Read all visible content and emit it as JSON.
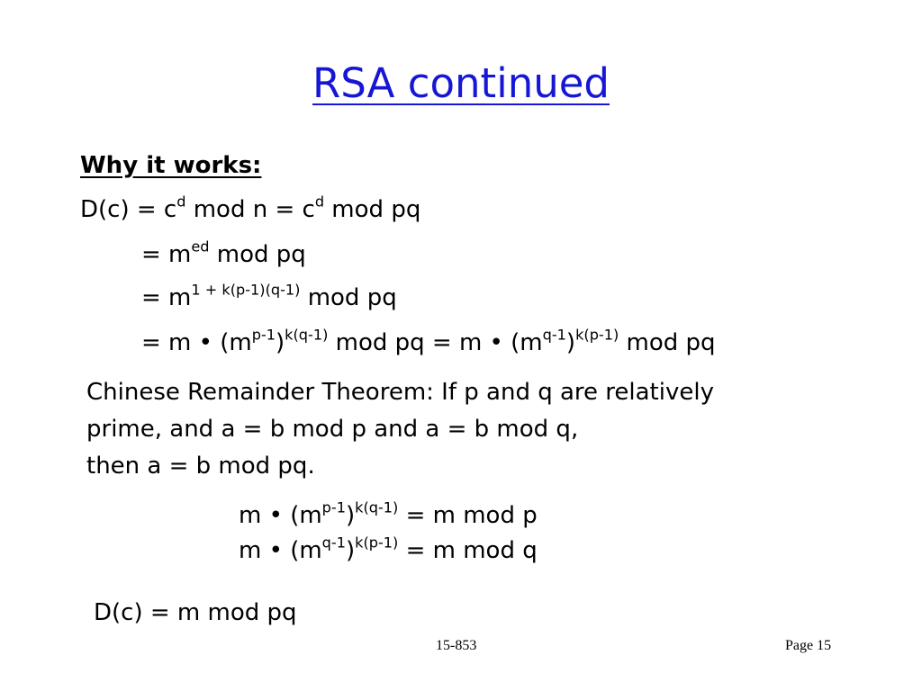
{
  "slide": {
    "title": "RSA continued",
    "heading": "Why it works:",
    "derivation": [
      {
        "pre": "D(c) = c",
        "s1": "d",
        "mid": " mod n = c",
        "s2": "d",
        "post": " mod pq"
      },
      {
        "pre": "= m",
        "s1": "ed",
        "post": " mod pq"
      },
      {
        "pre": "= m",
        "s1": "1 + k(p-1)(q-1)",
        "post": " mod pq"
      },
      {
        "pre": "= m • (m",
        "s1": "p-1",
        "a": ")",
        "s2": "k(q-1)",
        "b": " mod pq = m • (m",
        "s3": "q-1",
        "c": ")",
        "s4": "k(p-1)",
        "post": " mod pq"
      }
    ],
    "crt": {
      "line1": "Chinese Remainder Theorem:  If p and q are relatively",
      "line2": "prime, and a = b mod p and a = b mod q,",
      "line3": "then a = b mod pq."
    },
    "identities": [
      {
        "pre": "m • (m",
        "s1": "p-1",
        "a": ")",
        "s2": "k(q-1)",
        "post": " = m mod p"
      },
      {
        "pre": "m • (m",
        "s1": "q-1",
        "a": ")",
        "s2": "k(p-1)",
        "post": " = m mod q"
      }
    ],
    "conclusion": "D(c) = m mod pq",
    "footer": {
      "course": "15-853",
      "page": "Page 15"
    }
  }
}
